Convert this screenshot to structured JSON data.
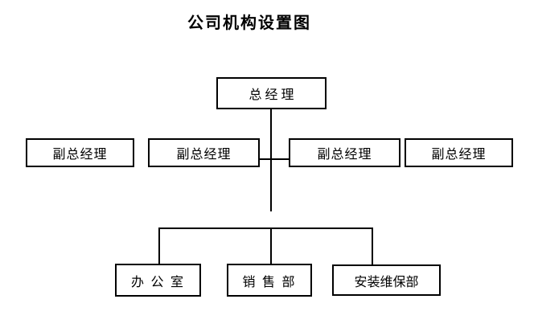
{
  "title": "公司机构设置图",
  "diagram": {
    "type": "org-chart",
    "top": {
      "label": "总经理"
    },
    "middle_row": [
      {
        "label": "副总经理"
      },
      {
        "label": "副总经理"
      },
      {
        "label": "副总经理"
      },
      {
        "label": "副总经理"
      }
    ],
    "bottom_row": [
      {
        "label": "办 公 室"
      },
      {
        "label": "销 售 部"
      },
      {
        "label": "安装维保部"
      }
    ],
    "connections_note": "总经理 connects downward; a horizontal branch joins the 2nd and 3rd 副总经理 boxes; a lower rail drops into 办公室, 销售部, 安装维保部"
  },
  "colors": {
    "background": "#ffffff",
    "line": "#000000",
    "text": "#000000"
  }
}
